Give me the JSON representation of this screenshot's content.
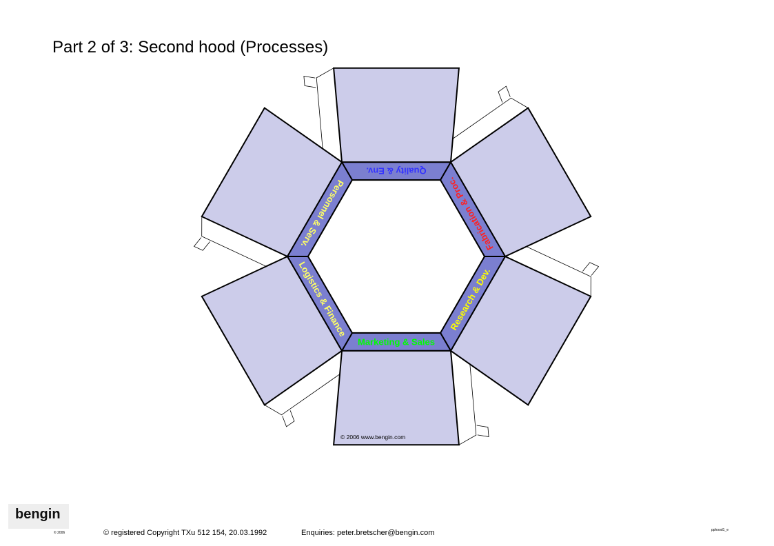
{
  "title": "Part 2 of 3: Second hood (Processes)",
  "segments": [
    {
      "label": "Quality & Env.",
      "color": "#3333ff"
    },
    {
      "label": "Fabrication & Proc.",
      "color": "#ff2020"
    },
    {
      "label": "Research & Dev.",
      "color": "#ffff00"
    },
    {
      "label": "Marketing & Sales",
      "color": "#00ff00"
    },
    {
      "label": "Logistics & Finance",
      "color": "#ffff66"
    },
    {
      "label": "Personnel & Serv.",
      "color": "#ffff66"
    }
  ],
  "panel_copyright": "© 2006 www.bengin.com",
  "colors": {
    "panel_fill": "#ccccea",
    "band_fill": "#7b7fd0",
    "outline": "#000000"
  },
  "footer": {
    "logo": "bengin",
    "logo_year": "© 2006",
    "copyright": "© registered Copyright TXu 512 154, 20.03.1992",
    "enquiries": "Enquiries: peter.bretscher@bengin.com",
    "file_id": "pphood1_e"
  }
}
